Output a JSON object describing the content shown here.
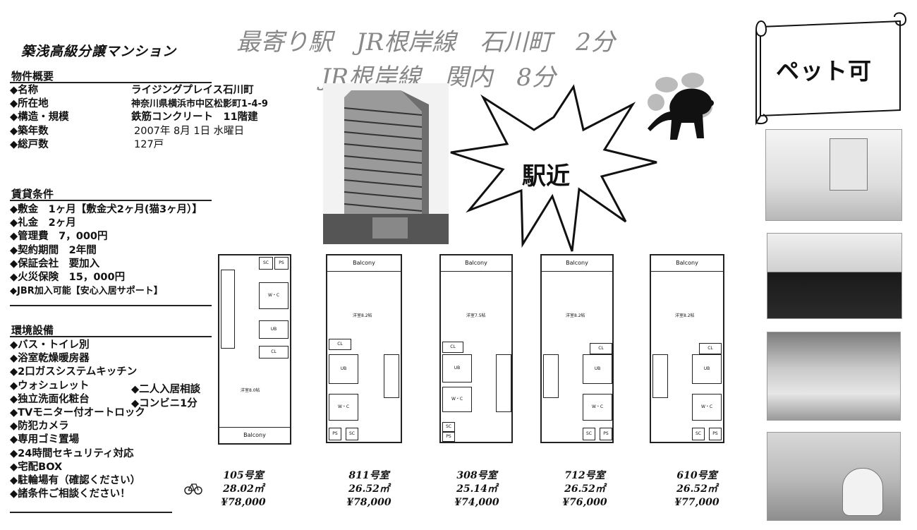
{
  "title": "築浅高級分譲マンション",
  "access": {
    "line1": "最寄り駅　JR根岸線　石川町　2分",
    "line2": "JR根岸線　関内　8分"
  },
  "badges": {
    "pet": "ペット可",
    "station": "駅近"
  },
  "property": {
    "heading": "物件概要",
    "rows": [
      {
        "label": "◆名称",
        "value": "ライジングプレイス石川町"
      },
      {
        "label": "◆所在地",
        "value": "神奈川県横浜市中区松影町1-4-9"
      },
      {
        "label": "◆構造・規模",
        "value": "鉄筋コンクリート　11階建"
      },
      {
        "label": "◆築年数",
        "value": "2007年 8月 1日 水曜日"
      },
      {
        "label": "◆総戸数",
        "value": "127戸"
      }
    ]
  },
  "lease": {
    "heading": "賃貸条件",
    "rows": [
      "◆敷金　1ヶ月【敷金犬2ヶ月(猫3ヶ月）】",
      "◆礼金　2ヶ月",
      "◆管理費　7，000円",
      "◆契約期間　2年間",
      "◆保証会社　要加入",
      "◆火災保険　15，000円",
      "◆JBR加入可能【安心入居サポート】"
    ]
  },
  "facilities": {
    "heading": "環境設備",
    "rows": [
      "◆バス・トイレ別",
      "◆浴室乾燥暖房器",
      "◆2口ガスシステムキッチン",
      "◆ウォシュレット",
      "◆独立洗面化粧台",
      "◆TVモニター付オートロック",
      "◆防犯カメラ",
      "◆専用ゴミ置場",
      "◆24時間セキュリティ対応",
      "◆宅配BOX",
      "◆駐輪場有（確認ください）",
      "◆諸条件ご相談ください！"
    ],
    "extra": [
      "◆二人入居相談",
      "◆コンビニ1分"
    ]
  },
  "plan_labels": {
    "balcony": "Balcony",
    "sc": "SC",
    "ps": "PS",
    "wc": "W・C",
    "ub": "UB",
    "cl": "CL",
    "room105": "洋室8.0帖",
    "room811": "洋室8.2帖",
    "room308": "洋室7.5帖",
    "room712": "洋室8.2帖",
    "room610": "洋室8.2帖"
  },
  "units": [
    {
      "no": "105号室",
      "area": "28.02㎡",
      "rent": "¥78,000"
    },
    {
      "no": "811号室",
      "area": "26.52㎡",
      "rent": "¥78,000"
    },
    {
      "no": "308号室",
      "area": "25.14㎡",
      "rent": "¥74,000"
    },
    {
      "no": "712号室",
      "area": "26.52㎡",
      "rent": "¥76,000"
    },
    {
      "no": "610号室",
      "area": "26.52㎡",
      "rent": "¥77,000"
    }
  ]
}
